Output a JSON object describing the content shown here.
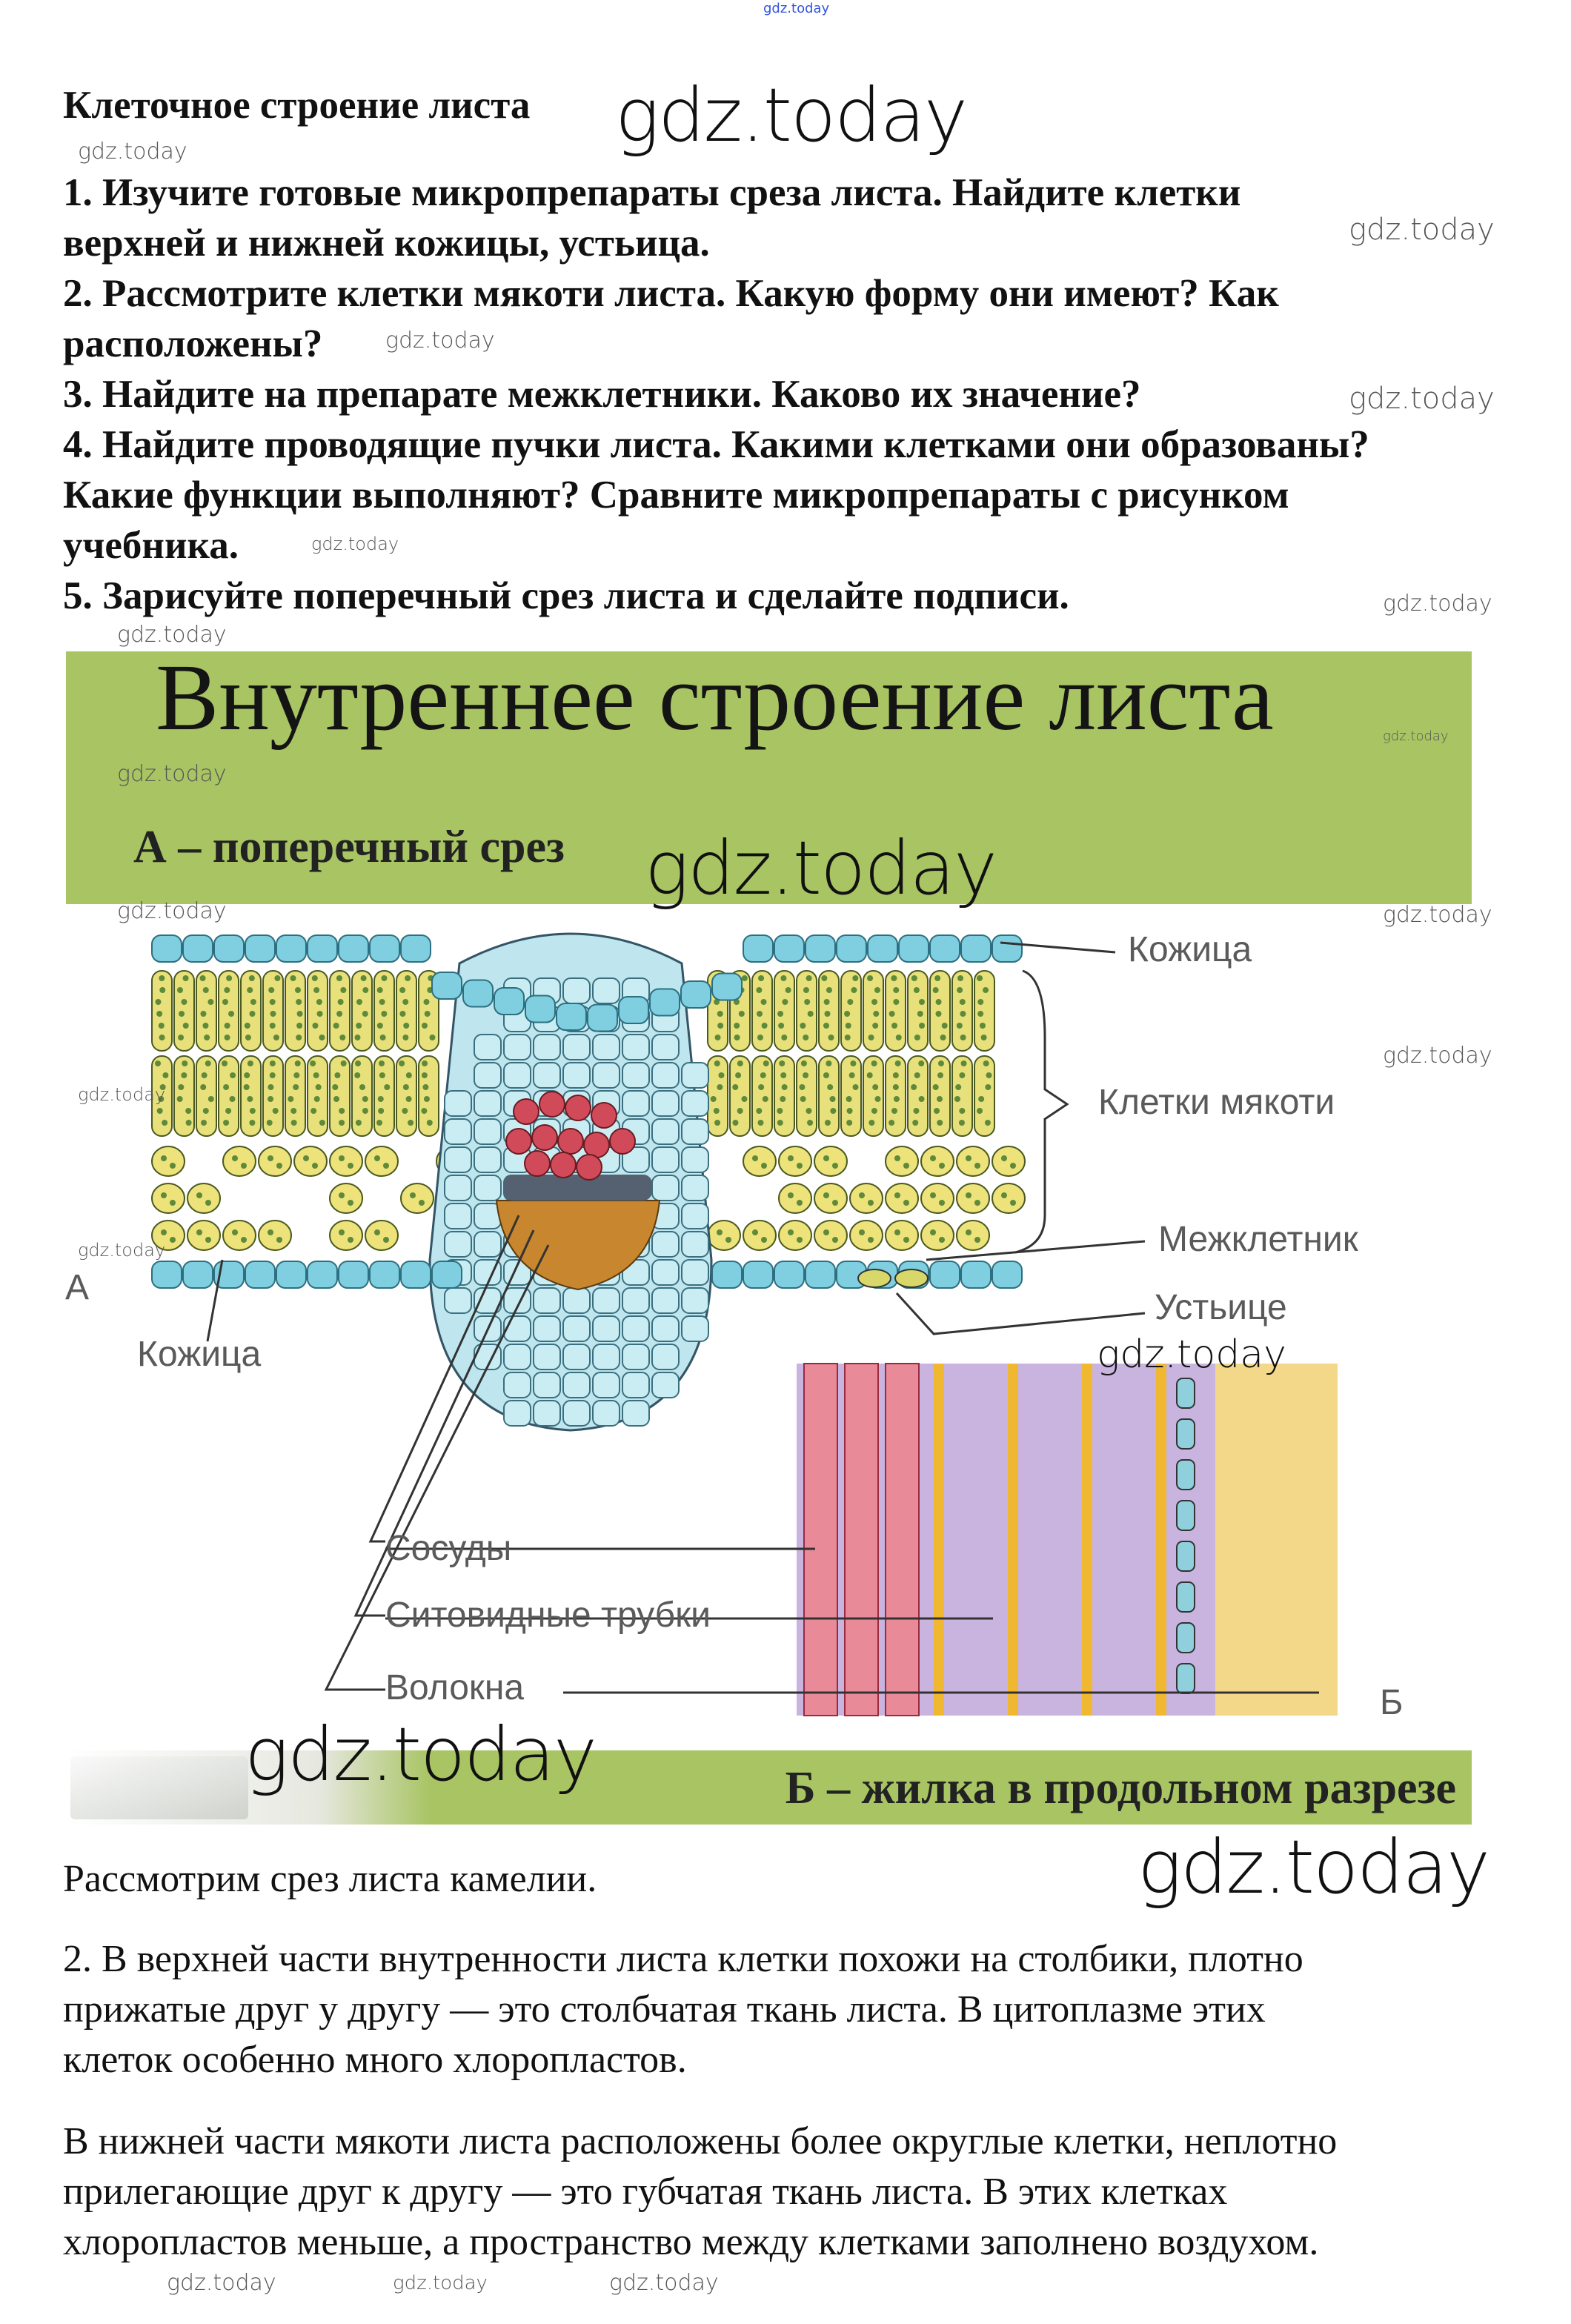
{
  "header_watermark": "gdz.today",
  "title": "Клеточное строение листа",
  "tasks": [
    "1. Изучите готовые микропрепараты среза листа. Найдите клетки",
    "верхней и нижней кожицы, устьица.",
    "2. Рассмотрите клетки мякоти листа. Какую форму они имеют? Как",
    "расположены?",
    "3. Найдите на препарате межклетники. Каково их значение?",
    "4. Найдите проводящие пучки листа. Какими клетками они образованы?",
    "Какие функции выполняют? Сравните микропрепараты с рисунком",
    "учебника.",
    "5. Зарисуйте поперечный срез листа и сделайте подписи."
  ],
  "figure": {
    "title": "Внутреннее строение листа",
    "subtitle_a": "А – поперечный срез",
    "subtitle_b": "Б – жилка в продольном разрезе",
    "marker_a": "А",
    "marker_b": "Б",
    "labels": {
      "epidermis_top": "Кожица",
      "mesophyll": "Клетки мякоти",
      "intercellular": "Межклетник",
      "stoma": "Устьице",
      "epidermis_bottom": "Кожица",
      "vessels": "Сосуды",
      "sieve_tubes": "Ситовидные трубки",
      "fibers": "Волокна"
    },
    "colors": {
      "panel": "#a8c463",
      "epidermis": "#7fcfe0",
      "mesophyll": "#e8e07a",
      "chloroplast": "#5e8a3a",
      "xylem": "#d04a5a",
      "phloem": "#c8862e"
    }
  },
  "answer": {
    "intro": "Рассмотрим срез листа камелии.",
    "p2": [
      "2. В верхней части внутренности листа клетки похожи на столбики, плотно",
      "прижатые друг у другу — это столбчатая ткань листа. В цитоплазме этих",
      "клеток особенно много хлоропластов."
    ],
    "p3": [
      "В нижней части мякоти листа расположены более округлые клетки, неплотно",
      "прилегающие друг к другу — это губчатая ткань листа. В этих клетках",
      "хлоропластов меньше, а пространство между клетками заполнено воздухом."
    ]
  },
  "watermark": "gdz.today"
}
